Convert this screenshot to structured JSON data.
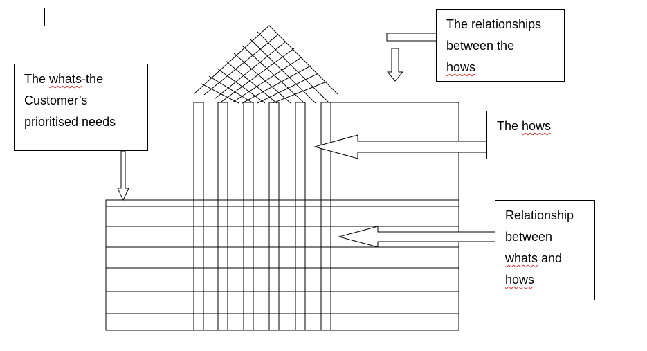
{
  "diagram": {
    "callouts": {
      "whats": {
        "lines": [
          "The whats-the",
          "Customer’s",
          "prioritised needs"
        ],
        "squiggle_word": "whats"
      },
      "roof": {
        "lines": [
          "The relationships",
          "between the",
          "hows"
        ],
        "squiggle_word": "hows"
      },
      "hows": {
        "lines": [
          "The hows"
        ],
        "squiggle_word": "hows"
      },
      "matrix": {
        "lines": [
          "Relationship",
          "between",
          "whats and",
          "hows"
        ],
        "squiggle_word": "whats,hows"
      }
    },
    "colors": {
      "line": "#000000",
      "background": "#ffffff",
      "spellcheck": "#d9302c"
    }
  }
}
